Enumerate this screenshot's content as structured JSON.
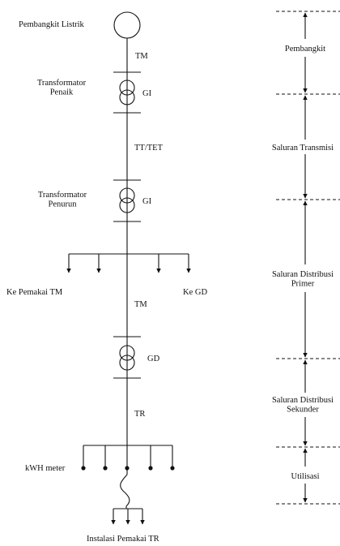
{
  "diagram": {
    "left_labels": {
      "generator": "Pembangkit Listrik",
      "tm_top": "TM",
      "step_up_transformer": "Transformator\nPenaik",
      "gi_top": "GI",
      "tt_tet": "TT/TET",
      "step_down_transformer": "Transformator\nPenurun",
      "gi_bottom": "GI",
      "to_tm_consumer": "Ke Pemakai TM",
      "to_gd": "Ke GD",
      "tm_middle": "TM",
      "gd": "GD",
      "tr": "TR",
      "kwh_meter": "kWH meter",
      "tr_installation": "Instalasi Pemakai TR"
    },
    "right_sections": [
      "Pembangkit",
      "Saluran Transmisi",
      "Saluran Distribusi\nPrimer",
      "Saluran Distribusi\nSekunder",
      "Utilisasi"
    ]
  }
}
